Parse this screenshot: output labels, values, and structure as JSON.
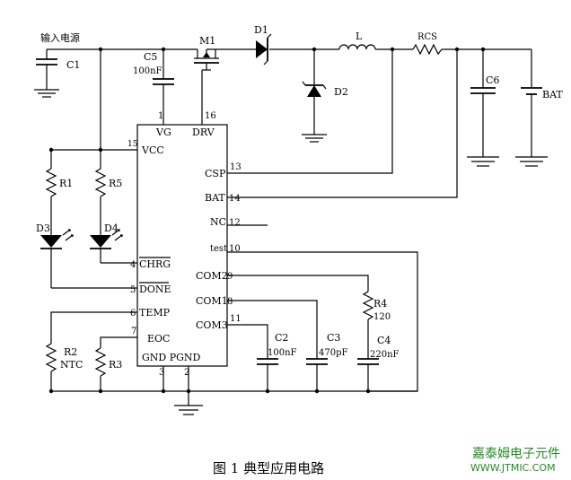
{
  "input_label": "输入电源",
  "components": {
    "c1": "C1",
    "c5": "C5",
    "c5_value": "100nF",
    "m1": "M1",
    "d1": "D1",
    "l": "L",
    "rcs": "RCS",
    "d2": "D2",
    "c6": "C6",
    "bat": "BAT",
    "r1": "R1",
    "r5": "R5",
    "d3": "D3",
    "d4": "D4",
    "r2": "R2",
    "r2_value": "NTC",
    "r3": "R3",
    "r4": "R4",
    "r4_value": "120",
    "c2": "C2",
    "c2_value": "100nF",
    "c3": "C3",
    "c3_value": "470pF",
    "c4": "C4",
    "c4_value": "220nF"
  },
  "ic_pins": {
    "vg": "VG",
    "vg_num": "1",
    "drv": "DRV",
    "drv_num": "16",
    "vcc": "VCC",
    "vcc_num": "15",
    "csp": "CSP",
    "csp_num": "13",
    "bat": "BAT",
    "bat_num": "14",
    "nc": "NC",
    "nc_num": "12",
    "test": "test",
    "test_num": "10",
    "com2": "COM2",
    "com2_num": "9",
    "com1": "COM1",
    "com1_num": "8",
    "com3": "COM3",
    "com3_num": "11",
    "chrg": "CHRG",
    "chrg_num": "4",
    "done": "DONE",
    "done_num": "5",
    "temp": "TEMP",
    "temp_num": "6",
    "eoc": "EOC",
    "eoc_num": "7",
    "gnd_pgnd": "GND PGND",
    "gnd_num": "3",
    "pgnd_num": "2"
  },
  "caption": "图 1 典型应用电路",
  "watermark": {
    "line1": "嘉泰姆电子元件",
    "line2": "WWW.JTMIC.COM"
  }
}
